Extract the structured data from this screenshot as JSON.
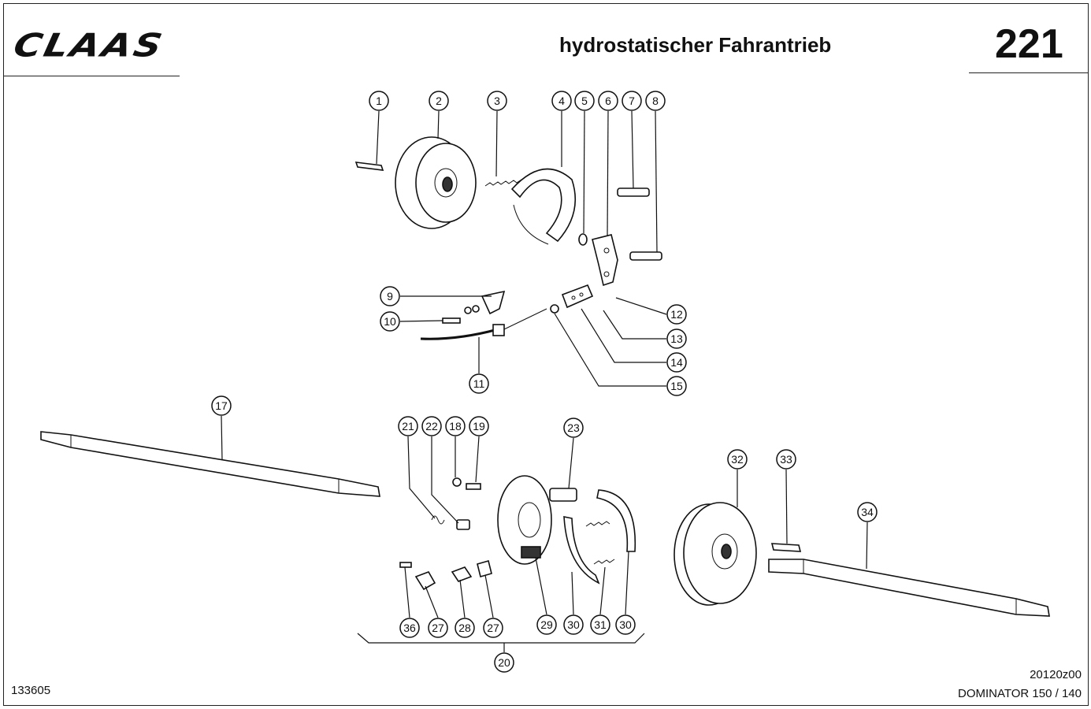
{
  "header": {
    "brand": "CLAAS",
    "title": "hydrostatischer Fahrantrieb",
    "page_number": "221"
  },
  "footer": {
    "drawing_code": "20120z00",
    "model": "DOMINATOR 150 / 140",
    "document_number": "133605"
  },
  "callouts": [
    {
      "n": "1"
    },
    {
      "n": "2"
    },
    {
      "n": "3"
    },
    {
      "n": "4"
    },
    {
      "n": "5"
    },
    {
      "n": "6"
    },
    {
      "n": "7"
    },
    {
      "n": "8"
    },
    {
      "n": "9"
    },
    {
      "n": "10"
    },
    {
      "n": "11"
    },
    {
      "n": "12"
    },
    {
      "n": "13"
    },
    {
      "n": "14"
    },
    {
      "n": "15"
    },
    {
      "n": "17"
    },
    {
      "n": "21"
    },
    {
      "n": "22"
    },
    {
      "n": "18"
    },
    {
      "n": "19"
    },
    {
      "n": "23"
    },
    {
      "n": "32"
    },
    {
      "n": "33"
    },
    {
      "n": "34"
    },
    {
      "n": "36"
    },
    {
      "n": "27"
    },
    {
      "n": "28"
    },
    {
      "n": "27"
    },
    {
      "n": "29"
    },
    {
      "n": "30"
    },
    {
      "n": "31"
    },
    {
      "n": "30"
    },
    {
      "n": "20"
    }
  ]
}
